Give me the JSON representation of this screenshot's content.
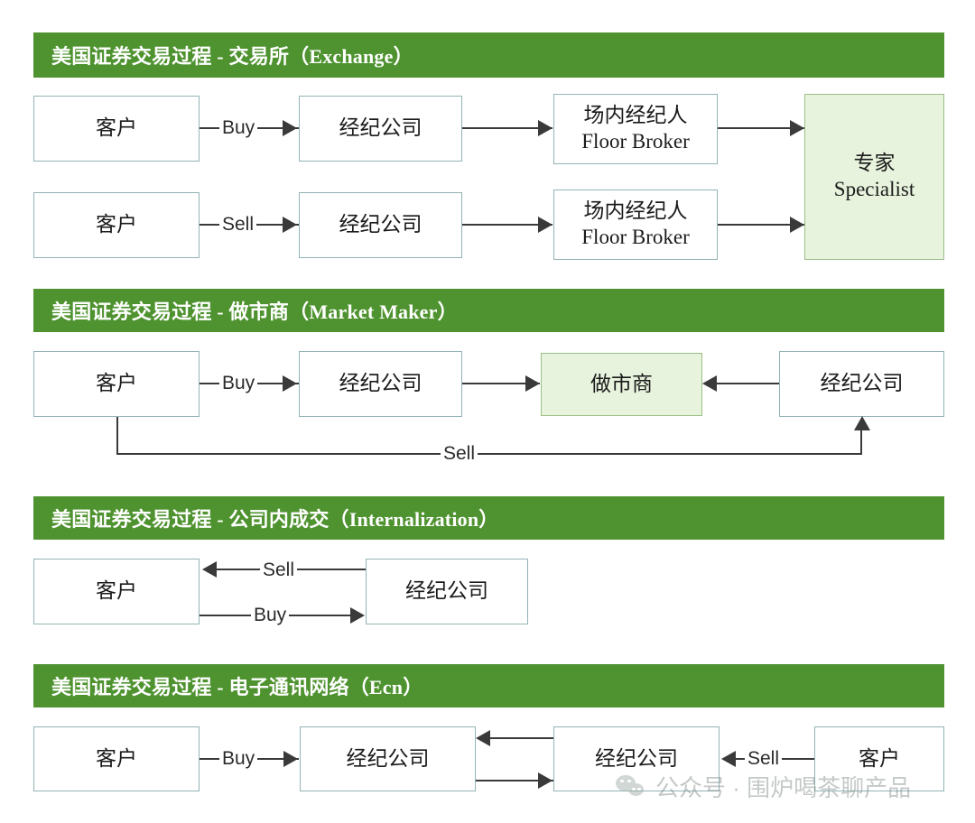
{
  "theme": {
    "header_bg": "#4F9330",
    "header_text": "#FFFFFF",
    "box_border": "#93B3B5",
    "box_bg": "#FFFFFF",
    "highlight_bg": "#E7F3DC",
    "highlight_border": "#9CBF86",
    "connector": "#3A3A3A"
  },
  "sections": [
    {
      "id": "exchange",
      "title": "美国证券交易过程 - 交易所（Exchange）",
      "nodes": {
        "client_buy": "客户",
        "broker_buy": "经纪公司",
        "floor_broker_buy_cn": "场内经纪人",
        "floor_broker_buy_en": "Floor Broker",
        "client_sell": "客户",
        "broker_sell": "经纪公司",
        "floor_broker_sell_cn": "场内经纪人",
        "floor_broker_sell_en": "Floor Broker",
        "specialist_cn": "专家",
        "specialist_en": "Specialist"
      },
      "edges": {
        "buy": "Buy",
        "sell": "Sell"
      }
    },
    {
      "id": "market-maker",
      "title": "美国证券交易过程 - 做市商（Market Maker）",
      "nodes": {
        "client": "客户",
        "broker_left": "经纪公司",
        "market_maker": "做市商",
        "broker_right": "经纪公司"
      },
      "edges": {
        "buy": "Buy",
        "sell": "Sell"
      }
    },
    {
      "id": "internalization",
      "title": "美国证券交易过程 -  公司内成交（Internalization）",
      "nodes": {
        "client": "客户",
        "broker": "经纪公司"
      },
      "edges": {
        "sell": "Sell",
        "buy": "Buy"
      }
    },
    {
      "id": "ecn",
      "title": "美国证券交易过程 - 电子通讯网络（Ecn）",
      "nodes": {
        "client_left": "客户",
        "broker_left": "经纪公司",
        "broker_right": "经纪公司",
        "client_right": "客户"
      },
      "edges": {
        "buy": "Buy",
        "sell": "Sell"
      }
    }
  ],
  "watermark": {
    "text": "公众号 · 围炉喝茶聊产品",
    "icon": "wechat-icon"
  }
}
